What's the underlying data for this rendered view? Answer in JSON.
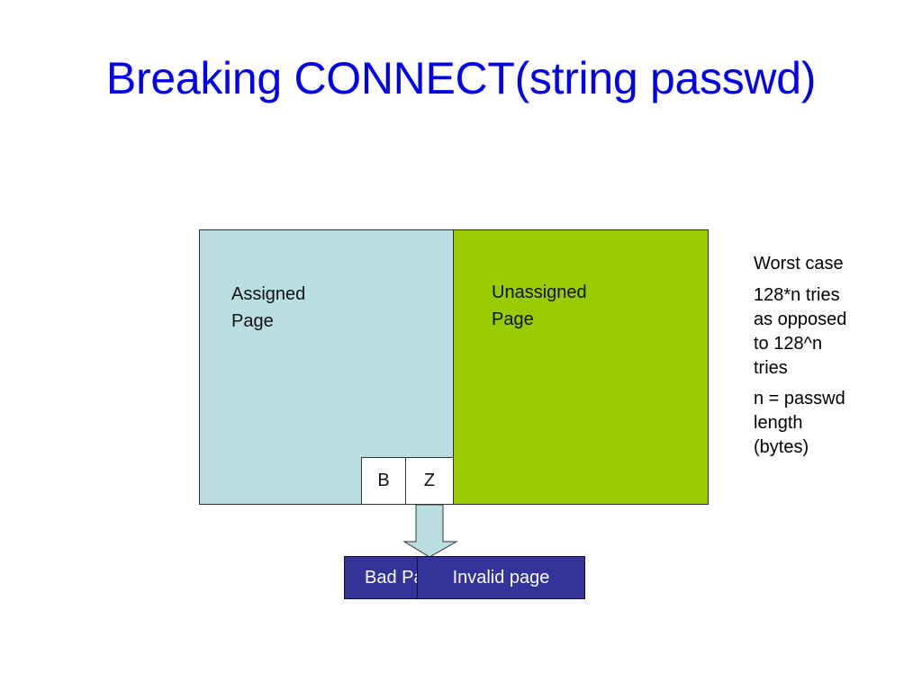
{
  "slide": {
    "title": "Breaking CONNECT(string passwd)"
  },
  "diagram": {
    "assigned_page": {
      "label": "Assigned\nPage",
      "color": "#b9dfe3"
    },
    "unassigned_page": {
      "label": "Unassigned\nPage",
      "color": "#99cc00"
    },
    "cells": [
      {
        "label": "B"
      },
      {
        "label": "Z"
      }
    ],
    "results": {
      "bad": {
        "label": "Bad Password"
      },
      "invalid": {
        "label": "Invalid page"
      },
      "color": "#333399"
    }
  },
  "notes": {
    "worst_case": "Worst case",
    "tries": "128*n tries\nas opposed\nto 128^n\ntries",
    "length": "n = passwd\nlength\n(bytes)"
  }
}
